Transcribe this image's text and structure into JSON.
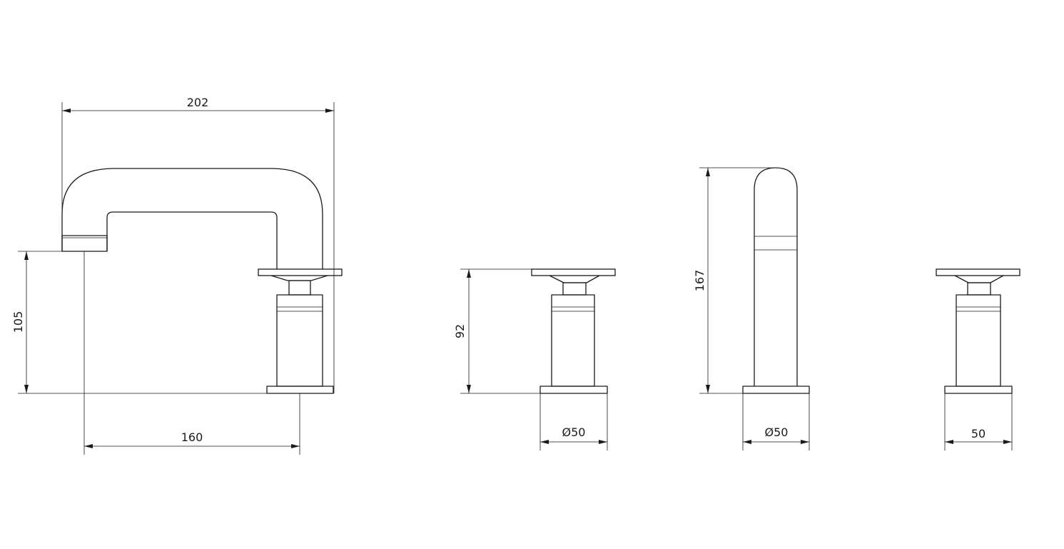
{
  "colors": {
    "line": "#1a1a1a",
    "background": "#ffffff"
  },
  "dimensions": {
    "spout_width": "202",
    "spout_height": "105",
    "spout_reach": "160",
    "handle_height": "92",
    "handle_diameter": "Ø50",
    "tall_spout_height": "167",
    "tall_spout_diameter": "Ø50",
    "side_handle_width": "50"
  }
}
